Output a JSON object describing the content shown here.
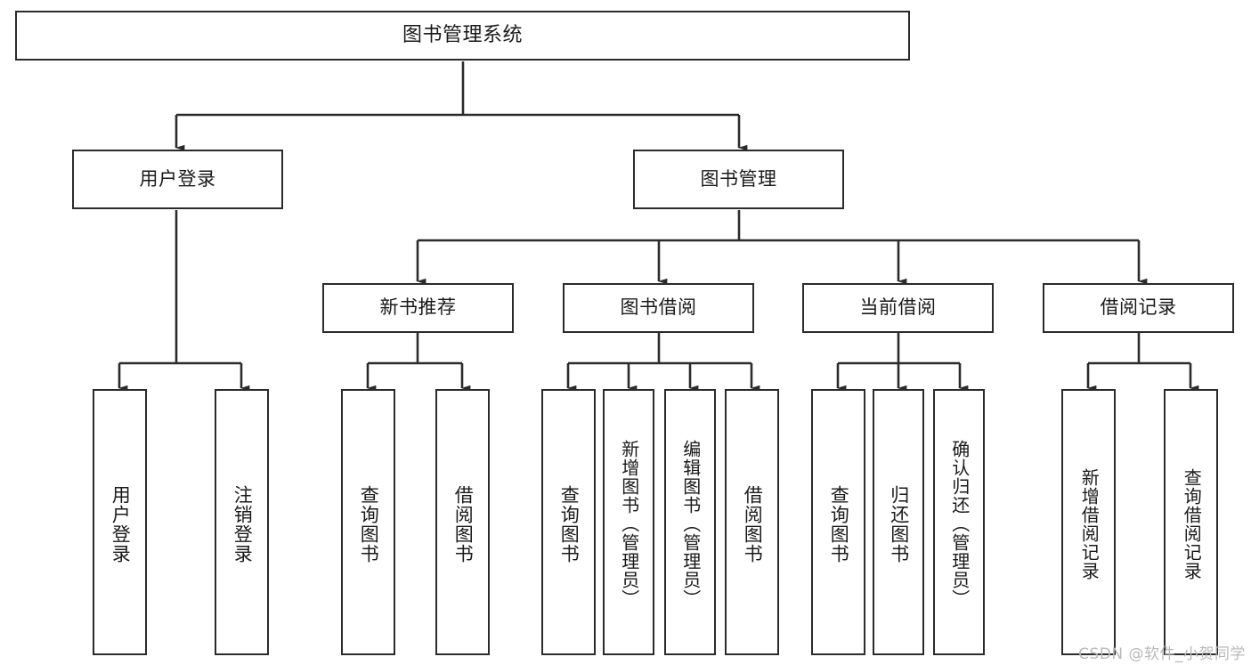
{
  "diagram": {
    "title": "图书管理系统",
    "type": "tree-hierarchy-diagram",
    "colors": {
      "box_border": "#2b2b2b",
      "box_fill": "#ffffff",
      "connector": "#2b2b2b",
      "text": "#1a1a1a",
      "watermark": "#b9b9b9"
    },
    "root": {
      "label": "图书管理系统"
    },
    "level2": [
      {
        "label": "用户登录"
      },
      {
        "label": "图书管理"
      }
    ],
    "level3": [
      {
        "label": "新书推荐"
      },
      {
        "label": "图书借阅"
      },
      {
        "label": "当前借阅"
      },
      {
        "label": "借阅记录"
      }
    ],
    "leaves": {
      "user_login": [
        {
          "label": "用户登录"
        },
        {
          "label": "注销登录"
        }
      ],
      "new_book_recommend": [
        {
          "label": "查询图书"
        },
        {
          "label": "借阅图书"
        }
      ],
      "book_borrow": [
        {
          "label": "查询图书"
        },
        {
          "label": "新增图书（管理员）"
        },
        {
          "label": "编辑图书（管理员）"
        },
        {
          "label": "借阅图书"
        }
      ],
      "current_borrow": [
        {
          "label": "查询图书"
        },
        {
          "label": "归还图书"
        },
        {
          "label": "确认归还（管理员）"
        }
      ],
      "borrow_record": [
        {
          "label": "新增借阅记录"
        },
        {
          "label": "查询借阅记录"
        }
      ]
    },
    "watermark": "CSDN @软件_小贺同学"
  }
}
